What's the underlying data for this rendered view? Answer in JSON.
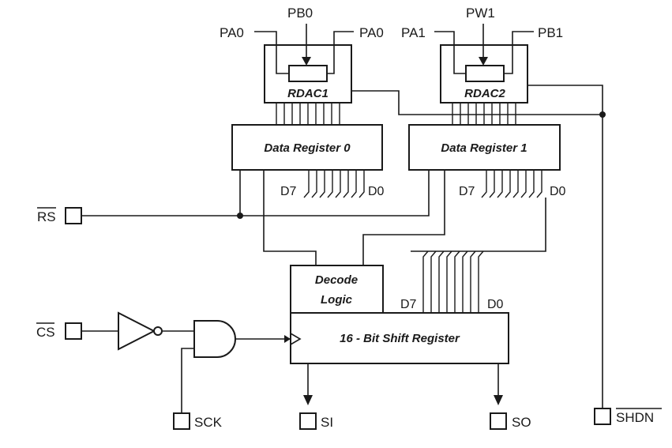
{
  "potentiometers": [
    {
      "name": "RDAC1",
      "terminal_a_left": "PA0",
      "wiper": "PB0",
      "terminal_a_right": "PA0"
    },
    {
      "name": "RDAC2",
      "terminal_a_left": "PA1",
      "wiper": "PW1",
      "terminal_a_right": "PB1"
    }
  ],
  "data_registers": [
    {
      "name": "Data Register 0"
    },
    {
      "name": "Data Register 1"
    }
  ],
  "bus_labels": {
    "msb": "D7",
    "lsb": "D0"
  },
  "logic_blocks": {
    "decode_line1": "Decode",
    "decode_line2": "Logic",
    "shift_register": "16 - Bit Shift Register"
  },
  "pins": {
    "rs": "RS",
    "cs": "CS",
    "sck": "SCK",
    "si": "SI",
    "so": "SO",
    "shdn": "SHDN"
  }
}
